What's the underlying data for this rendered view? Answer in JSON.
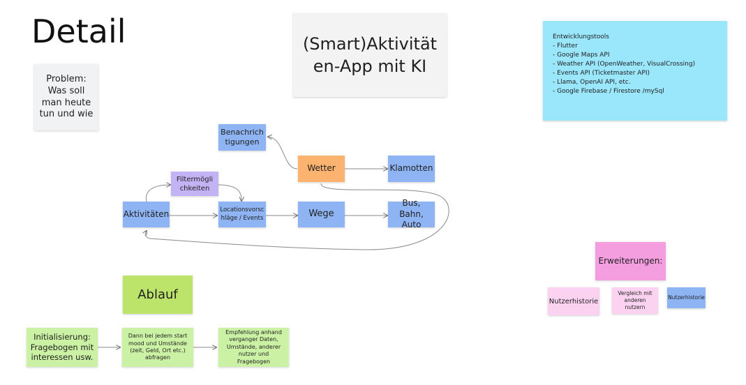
{
  "board": {
    "title": "Detail",
    "app_title": "(Smart)Aktivität en-App mit KI",
    "problem": "Problem: Was soll man heute tun und wie",
    "tools": {
      "lines": [
        "Entwicklungstools",
        "- Flutter",
        "- Google Maps API",
        "- Weather API (OpenWeather, VisualCrossing)",
        "- Events API (Ticketmaster API)",
        "- Llama, OpenAI API, etc.",
        "- Google Firebase / Firestore /mySql"
      ]
    },
    "flow": {
      "benachrichtigungen": "Benachrich tigungen",
      "wetter": "Wetter",
      "klamotten": "Klamotten",
      "filter": "Filtermögli chkeiten",
      "aktivitaeten": "Aktivitäten",
      "locations": "Locationsvorsc hläge / Events",
      "wege": "Wege",
      "bus": "Bus, Bahn, Auto"
    },
    "ablauf": {
      "heading": "Ablauf",
      "step1": "Initialisierung: Fragebogen mit interessen usw.",
      "step2": "Dann bei jedem start mood und Umstände (zeit, Geld, Ort etc.) abfragen",
      "step3": "Empfehlung anhand verganger Daten, Umstände, anderer nutzer und Fragebogen"
    },
    "erweiterungen": {
      "heading": "Erweiterungen:",
      "item1": "Nutzerhistorie",
      "item2": "Vergleich mit anderen nutzern",
      "item3": "Nutzerhistorie"
    }
  },
  "colors": {
    "blue": "#8fb4f3",
    "purple": "#c4b3f4",
    "orange": "#fbb36f",
    "lime": "#bde46a",
    "light_green": "#cbf2a4",
    "cyan": "#9ae6fb",
    "pink": "#f49ee0",
    "light_pink": "#fbd3f1",
    "grey": "#f1f2f4"
  }
}
